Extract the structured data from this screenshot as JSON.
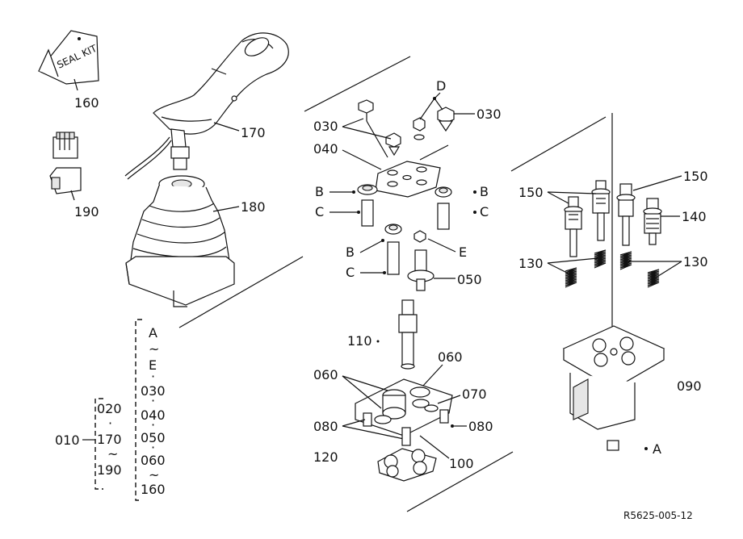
{
  "figure_id": "R5625-005-12",
  "labels": {
    "p160": "160",
    "p170": "170",
    "p190": "190",
    "p180": "180",
    "p030a": "030",
    "p030b": "030",
    "p040": "040",
    "D": "D",
    "B1": "B",
    "B2": "B",
    "B3": "B",
    "C1": "C",
    "C2": "C",
    "C3": "C",
    "E": "E",
    "p050": "050",
    "p110": "110",
    "p060a": "060",
    "p060b": "060",
    "p070": "070",
    "p080a": "080",
    "p080b": "080",
    "p120": "120",
    "p100": "100",
    "p150a": "150",
    "p150b": "150",
    "p140": "140",
    "p130a": "130",
    "p130b": "130",
    "p090": "090",
    "A_ref": "A"
  },
  "seal_kit_text": "SEAL KIT",
  "bracket_outer": {
    "root": "010",
    "items": [
      "020",
      "·",
      "170",
      "~",
      "190"
    ]
  },
  "bracket_inner": {
    "items": [
      "A",
      "~",
      "E",
      "·",
      "030",
      "·",
      "040",
      "·",
      "050",
      "·",
      "060",
      "~",
      "160"
    ]
  }
}
